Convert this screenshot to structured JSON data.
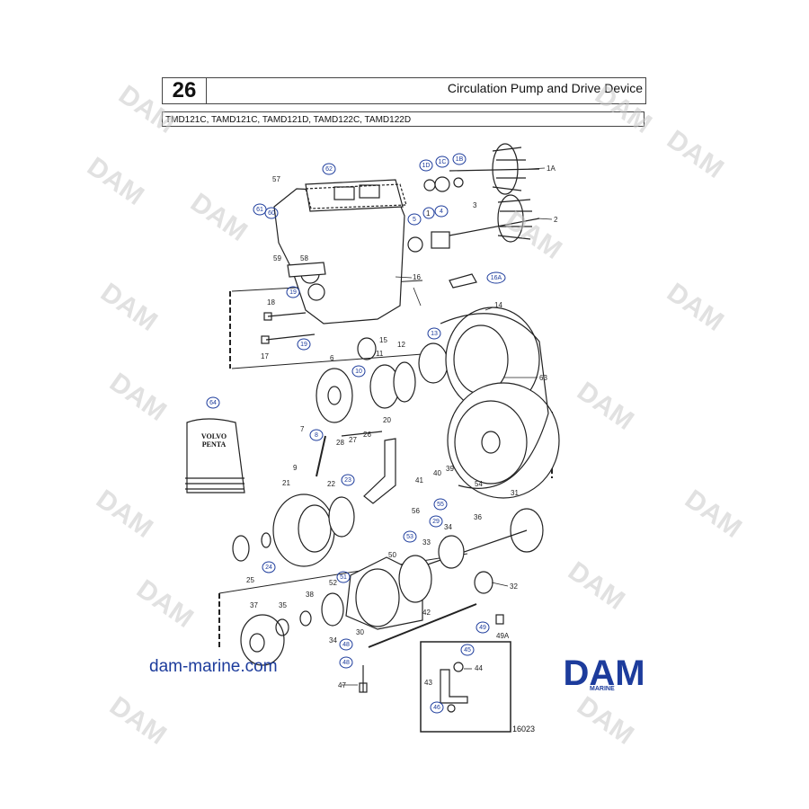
{
  "header": {
    "page_number": "26",
    "title": "Circulation Pump and Drive Device",
    "models": "TMD121C, TAMD121C, TAMD121D, TAMD122C, TAMD122D"
  },
  "colors": {
    "callout": "#1d3c9c",
    "line": "#222222",
    "watermark": "#c8c8c8"
  },
  "manual_label": [
    "VOLVO",
    "PENTA"
  ],
  "labels": {
    "l1A": "1A",
    "l2": "2",
    "l3": "3",
    "l4": "4",
    "l5": "5",
    "l1": "1",
    "l1D": "1D",
    "l1C": "1C",
    "l1B": "1B",
    "l62": "62",
    "l57": "57",
    "l60": "60",
    "l61": "61",
    "l59": "59",
    "l58": "58",
    "l16": "16",
    "l16A": "16A",
    "l19a": "19",
    "l18": "18",
    "l17": "17",
    "l19b": "19",
    "l14": "14",
    "l13": "13",
    "l15": "15",
    "l12": "12",
    "l11": "11",
    "l10": "10",
    "l63": "63",
    "l6": "6",
    "l64": "64",
    "l7": "7",
    "l8": "8",
    "l9": "9",
    "l20": "20",
    "l26": "26",
    "l27": "27",
    "l28": "28",
    "l41": "41",
    "l40": "40",
    "l39": "39",
    "l55": "55",
    "l56": "56",
    "l54": "54",
    "l21": "21",
    "l22": "22",
    "l23": "23",
    "l31": "31",
    "l29": "29",
    "l34a": "34",
    "l36": "36",
    "l53": "53",
    "l33": "33",
    "l50": "50",
    "l52": "52",
    "l51": "51",
    "l24": "24",
    "l25": "25",
    "l32": "32",
    "l37": "37",
    "l35": "35",
    "l38": "38",
    "l30": "30",
    "l34b": "34",
    "l42": "42",
    "l48a": "48",
    "l48b": "48",
    "l49": "49",
    "l49A": "49A",
    "l45": "45",
    "l44": "44",
    "l43": "43",
    "l46": "46",
    "l47": "47"
  },
  "footer": {
    "site": "dam-marine.com",
    "logo": "DAM",
    "logo_sub": "MARINE",
    "drawing_no": "16023"
  }
}
